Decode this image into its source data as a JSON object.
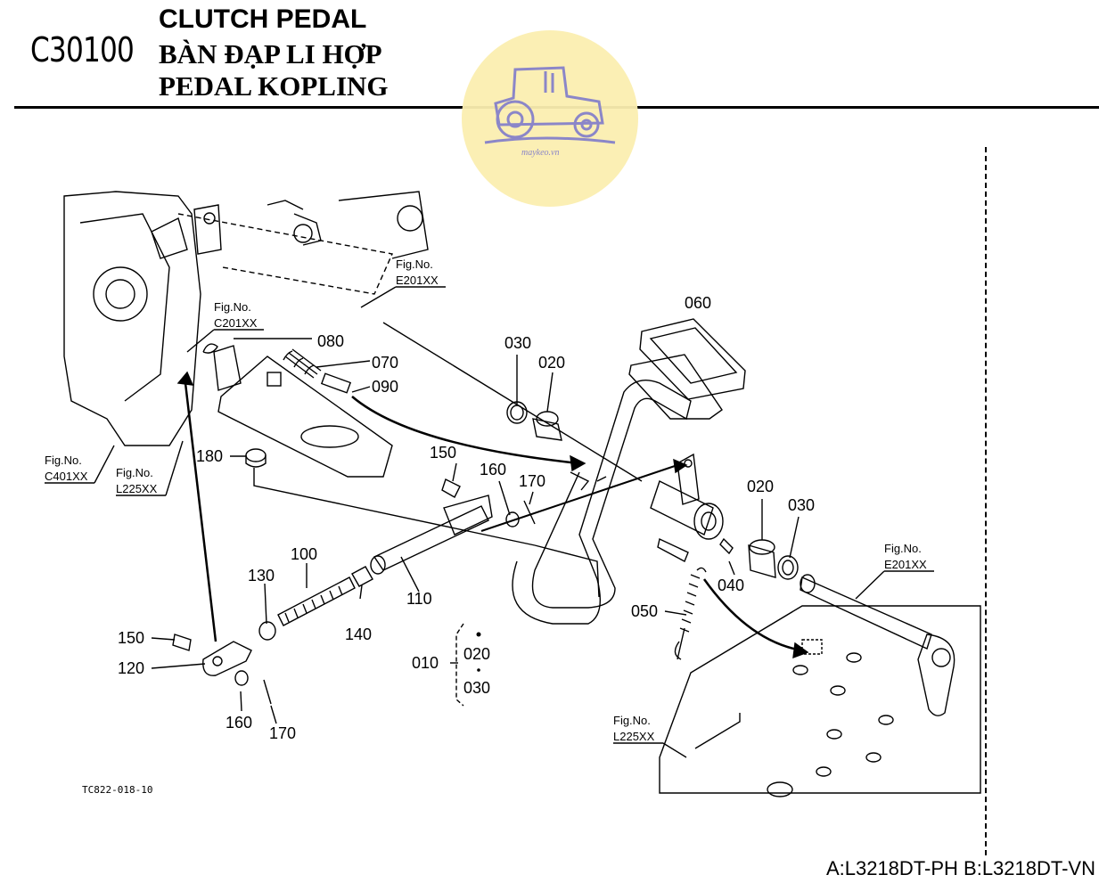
{
  "header": {
    "code": "C30100",
    "title_en": "CLUTCH PEDAL",
    "title_vi": "BÀN ĐẠP LI HỢP",
    "title_id": "PEDAL KOPLING"
  },
  "watermark": {
    "text": "maykeo.vn",
    "icon": "tractor-icon"
  },
  "diagram": {
    "drawing_code": "TC822-018-10",
    "fig_refs": [
      {
        "name": "Fig.No.",
        "code": "E201XX"
      },
      {
        "name": "Fig.No.",
        "code": "C201XX"
      },
      {
        "name": "Fig.No.",
        "code": "C401XX"
      },
      {
        "name": "Fig.No.",
        "code": "L225XX"
      },
      {
        "name": "Fig.No.",
        "code": "E201XX"
      },
      {
        "name": "Fig.No.",
        "code": "L225XX"
      }
    ],
    "part_labels": [
      "060",
      "080",
      "070",
      "090",
      "030",
      "020",
      "180",
      "150",
      "160",
      "170",
      "020",
      "030",
      "100",
      "130",
      "140",
      "110",
      "040",
      "050",
      "150",
      "120",
      "160",
      "170",
      "010",
      "020",
      "030"
    ]
  },
  "footer": {
    "models": "A:L3218DT-PH B:L3218DT-VN"
  }
}
